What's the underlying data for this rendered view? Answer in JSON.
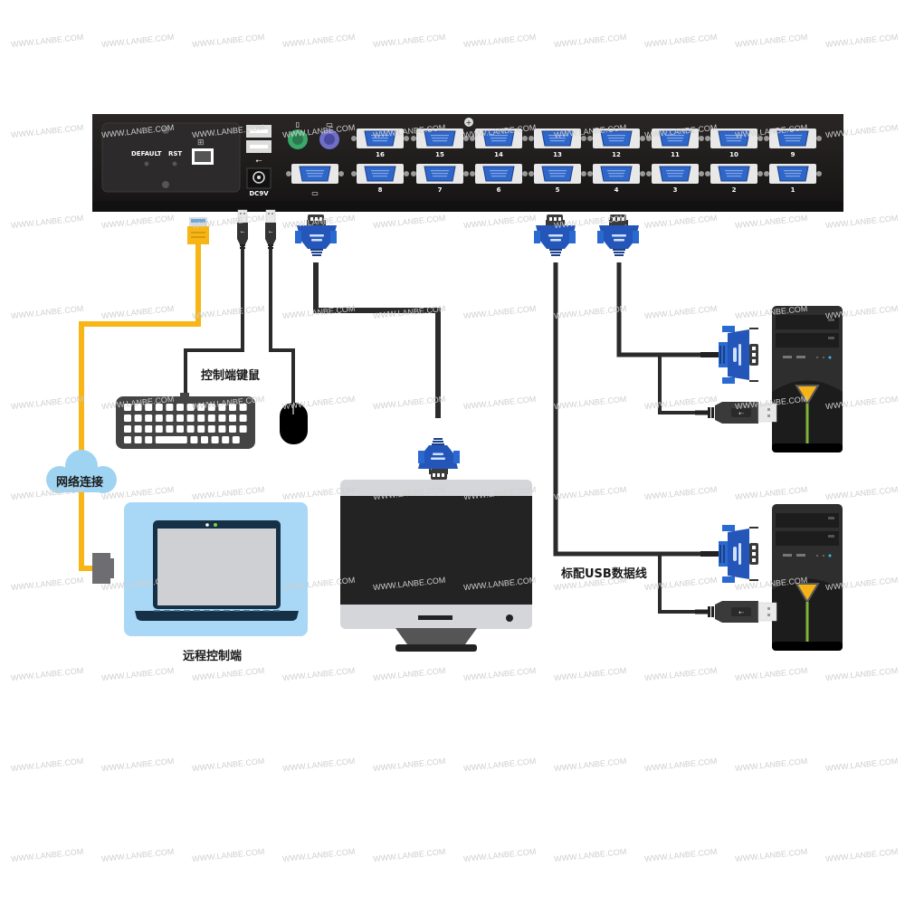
{
  "watermark": "WWW.LANBE.COM",
  "kvm": {
    "panel": {
      "default_label": "DEFAULT",
      "rst_label": "RST",
      "power_label": "DC9V"
    },
    "ports_top": [
      "16",
      "15",
      "14",
      "13",
      "12",
      "11",
      "10",
      "9"
    ],
    "ports_bottom": [
      "8",
      "7",
      "6",
      "5",
      "4",
      "3",
      "2",
      "1"
    ]
  },
  "labels": {
    "console_kb_mouse": "控制端键鼠",
    "network": "网络连接",
    "remote_console": "远程控制端",
    "usb_cable": "标配USB数据线"
  },
  "colors": {
    "chassis": "#1f1c1c",
    "vga_blue": "#2356b8",
    "cable": "#2b2b2b",
    "network_cable": "#f7b516",
    "cloud": "#9fd3f2",
    "laptop_bg": "#a8d8f6",
    "ps2_green": "#3aa86b",
    "ps2_purple": "#6f6fc8"
  }
}
